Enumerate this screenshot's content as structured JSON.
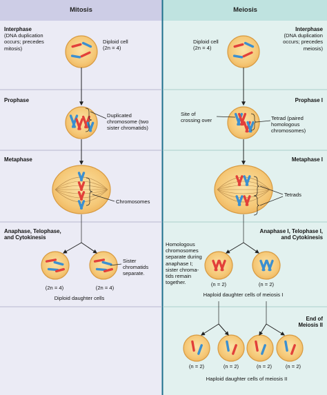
{
  "headers": {
    "mitosis": "Mitosis",
    "meiosis": "Meiosis"
  },
  "mitosis": {
    "interphase": {
      "title": "Interphase",
      "desc": [
        "(DNA duplication",
        "occurs; precedes",
        "mitosis)"
      ],
      "cell_label": [
        "Diploid cell",
        "(2n = 4)"
      ]
    },
    "prophase": {
      "title": "Prophase",
      "label": [
        "Duplicated",
        "chromosome (two",
        "sister chromatids)"
      ]
    },
    "metaphase": {
      "title": "Metaphase",
      "label": "Chromosomes"
    },
    "anaphase": {
      "title": [
        "Anaphase, Telophase,",
        "and Cytokinesis"
      ],
      "sister_label": [
        "Sister",
        "chromatids",
        "separate."
      ],
      "ploidy": [
        "(2n = 4)",
        "(2n = 4)"
      ],
      "caption": "Diploid daughter cells"
    }
  },
  "meiosis": {
    "interphase": {
      "title": "Interphase",
      "desc": [
        "(DNA duplication",
        "occurs; precedes",
        "meiosis)"
      ],
      "cell_label": [
        "Diploid cell",
        "(2n = 4)"
      ]
    },
    "prophase": {
      "title": "Prophase I",
      "crossing": [
        "Site of",
        "crossing over"
      ],
      "tetrad": [
        "Tetrad (paired",
        "homologous",
        "chromosomes)"
      ]
    },
    "metaphase": {
      "title": "Metaphase I",
      "label": "Tetrads"
    },
    "anaphase": {
      "title": [
        "Anaphase I, Telophase I,",
        "and Cytokinesis"
      ],
      "homolog_label": [
        "Homologous",
        "chromosomes",
        "separate during",
        "anaphase I;",
        "sister chroma-",
        "tids remain",
        "together."
      ],
      "ploidy": [
        "(n = 2)",
        "(n = 2)"
      ],
      "caption": "Haploid daughter cells of meiosis I"
    },
    "end": {
      "title": [
        "End of",
        "Meiosis II"
      ],
      "ploidy": [
        "(n = 2)",
        "(n = 2)",
        "(n = 2)",
        "(n = 2)"
      ],
      "caption": "Haploid daughter cells of meiosis II"
    }
  },
  "colors": {
    "mitosis_header": "#cdcde6",
    "meiosis_header": "#bfe3e0",
    "mitosis_bg": "#ebebf5",
    "meiosis_bg": "#e2f1ef",
    "cell_fill": "#f5c877",
    "cell_stroke": "#d79a40",
    "chromosome_red": "#e2403a",
    "chromosome_blue": "#3b8fd0",
    "divider": "#1d6f8c"
  },
  "icons": {
    "cell": "cell-icon",
    "chromosome": "chromosome-icon",
    "spindle": "spindle-fiber-icon"
  }
}
